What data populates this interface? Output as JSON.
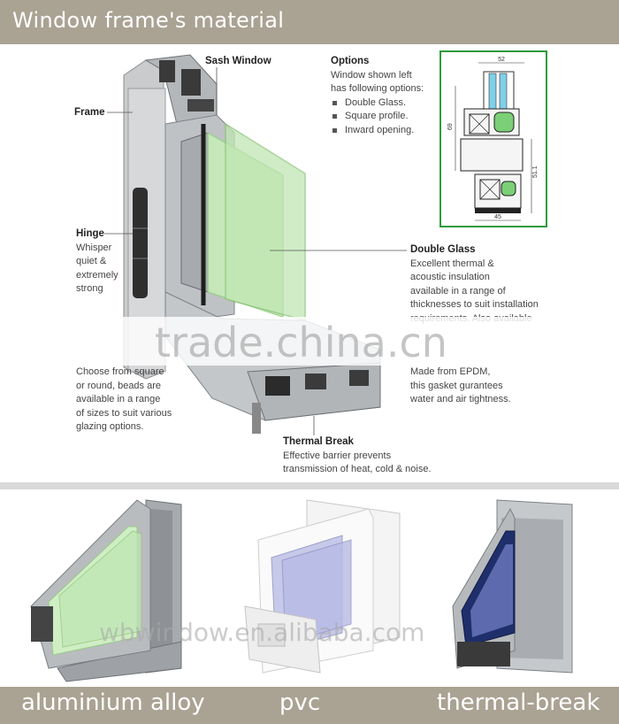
{
  "header": {
    "title": "Window frame's material"
  },
  "labels": {
    "frame": "Frame",
    "sash_window": "Sash Window",
    "options_title": "Options",
    "options_text": [
      "Window shown left",
      "has following options:"
    ],
    "options_items": [
      "Double Glass.",
      "Square profile.",
      "Inward opening."
    ],
    "hinge_title": "Hinge",
    "hinge_text": [
      "Whisper",
      "quiet &",
      "extremely",
      "strong"
    ],
    "double_glass_title": "Double Glass",
    "double_glass_text": [
      "Excellent thermal &",
      "acoustic insulation",
      "available in a range of",
      "thicknesses to suit installation",
      "requirements. Also available"
    ],
    "beads_text": [
      "Choose from square",
      "or round, beads are",
      "available in a range",
      "of sizes to suit various",
      "glazing options."
    ],
    "gasket_text": [
      "Made from EPDM,",
      "this gasket gurantees",
      "water and air tightness."
    ],
    "thermal_break_title": "Thermal Break",
    "thermal_break_text": [
      "Effective barrier prevents",
      "transmission of heat, cold & noise."
    ]
  },
  "drawing_dims": [
    "52",
    "69",
    "51.1",
    "45"
  ],
  "watermarks": {
    "top": "trade.china.cn",
    "bottom": "wbwindow.en.alibaba.com"
  },
  "captions": [
    "aluminium alloy",
    "pvc",
    "thermal-break"
  ],
  "colors": {
    "header_bg": "#aaa293",
    "drawing_border": "#2e9b3a",
    "glass": "#bfe6b3"
  }
}
